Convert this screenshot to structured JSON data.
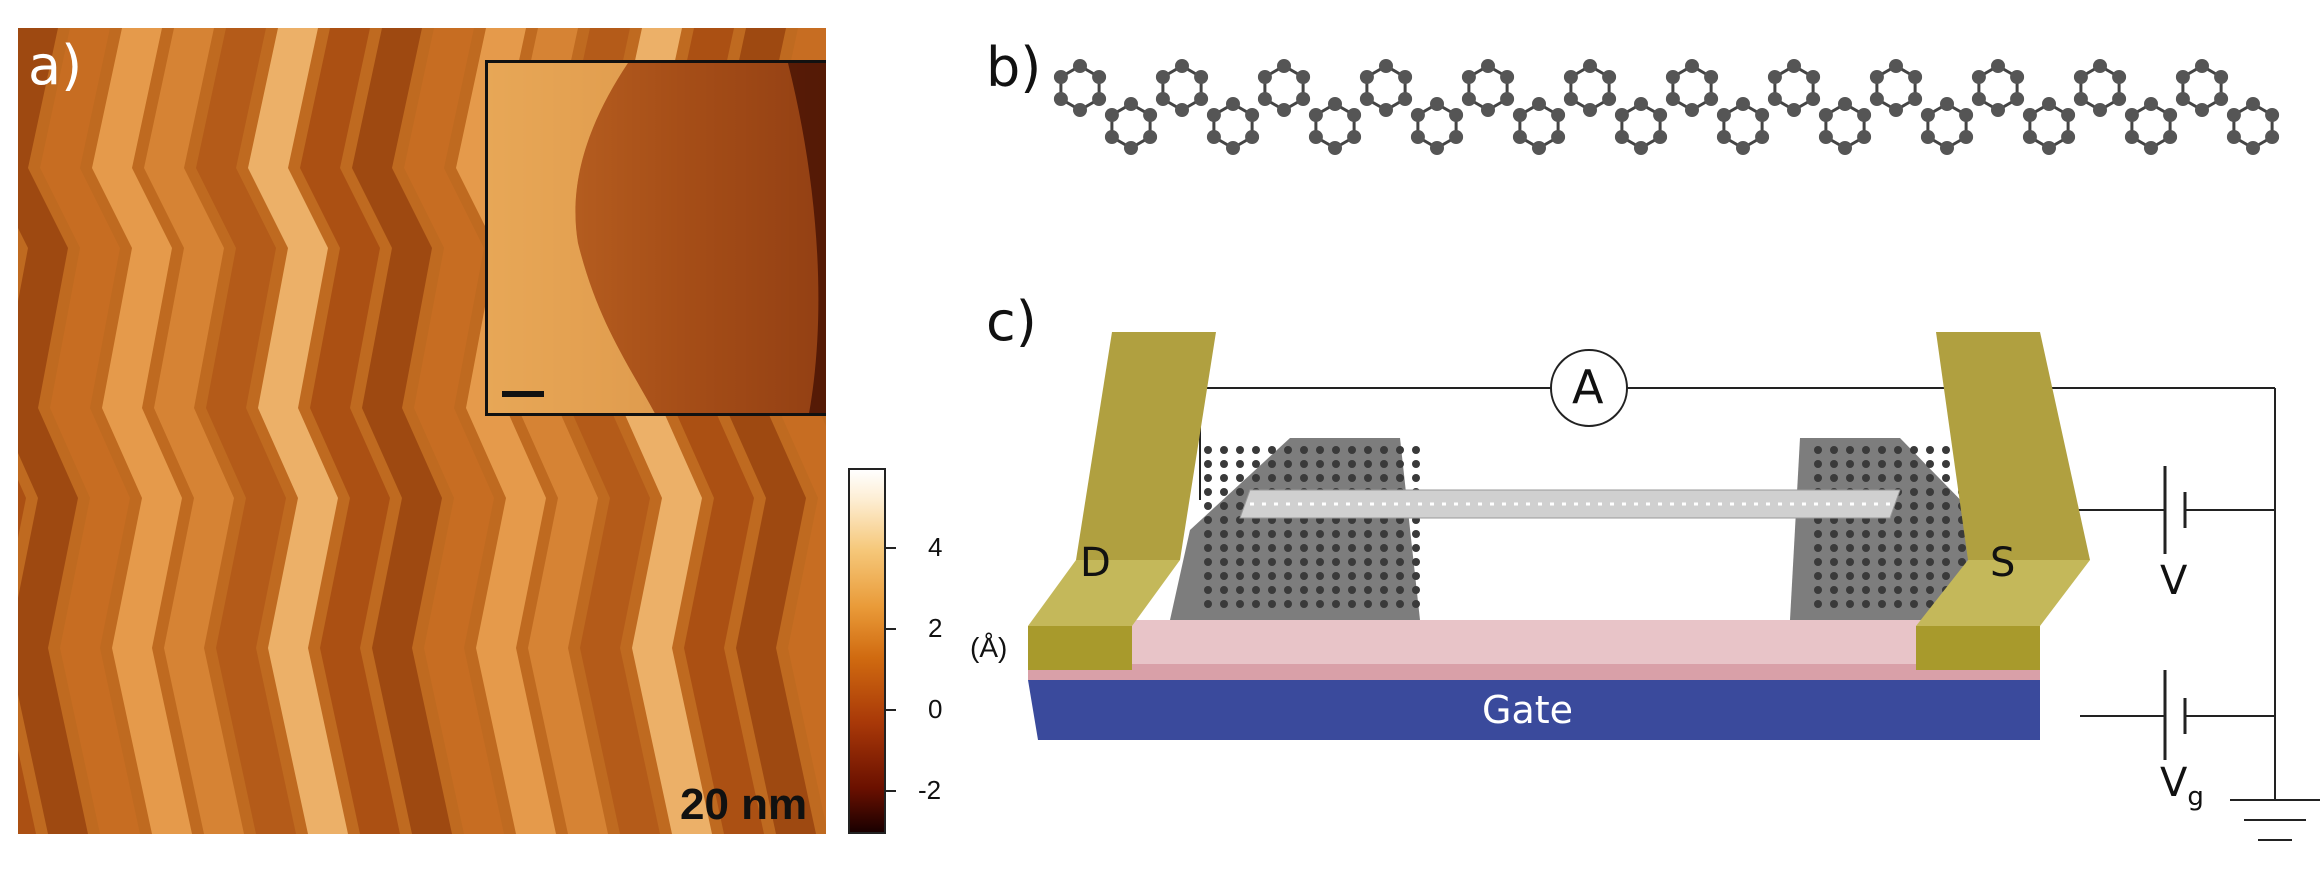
{
  "panel_a": {
    "label": "a)",
    "scale_bar_text": "20 nm",
    "colorbar": {
      "ticks": [
        "4",
        "2",
        "0",
        "-2"
      ],
      "unit": "(Å)",
      "colors": [
        "#1a0000",
        "#6a1000",
        "#a83808",
        "#d06a10",
        "#e99a38",
        "#f6c87a",
        "#fdeed4",
        "#ffffff"
      ]
    }
  },
  "panel_b": {
    "label": "b)"
  },
  "panel_c": {
    "label": "c)",
    "ammeter": "A",
    "drain": "D",
    "source": "S",
    "gate": "Gate",
    "bias": "V",
    "gate_voltage": "V",
    "gate_voltage_sub": "g",
    "colors": {
      "electrode": "#b8a848",
      "gate": "#3a4a9c",
      "dielectric": "#d9a0a8",
      "ribbon": "#d8d8d8",
      "graphene": "#555555"
    }
  }
}
